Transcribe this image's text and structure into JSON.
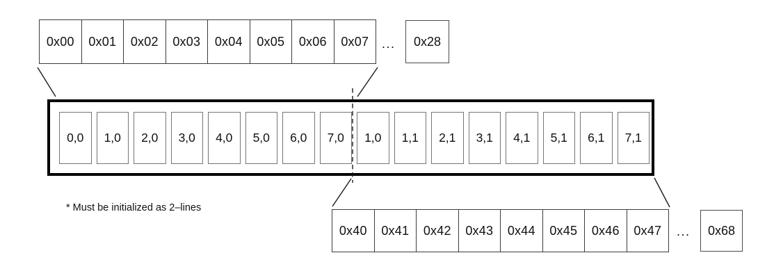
{
  "top_address_row": {
    "cells": [
      "0x00",
      "0x01",
      "0x02",
      "0x03",
      "0x04",
      "0x05",
      "0x06",
      "0x07"
    ],
    "ellipsis": "...",
    "last_cell": "0x28"
  },
  "display_box": {
    "cells": [
      "0,0",
      "1,0",
      "2,0",
      "3,0",
      "4,0",
      "5,0",
      "6,0",
      "7,0",
      "1,0",
      "1,1",
      "2,1",
      "3,1",
      "4,1",
      "5,1",
      "6,1",
      "7,1"
    ]
  },
  "bottom_address_row": {
    "cells": [
      "0x40",
      "0x41",
      "0x42",
      "0x43",
      "0x44",
      "0x45",
      "0x46",
      "0x47"
    ],
    "ellipsis": "...",
    "last_cell": "0x68"
  },
  "note": "* Must be initialized as 2–lines",
  "colors": {
    "background": "#ffffff",
    "row_border": "#3c3c3c",
    "inner_cell_border": "#757575",
    "main_box_border": "#000000",
    "text": "#111111"
  }
}
